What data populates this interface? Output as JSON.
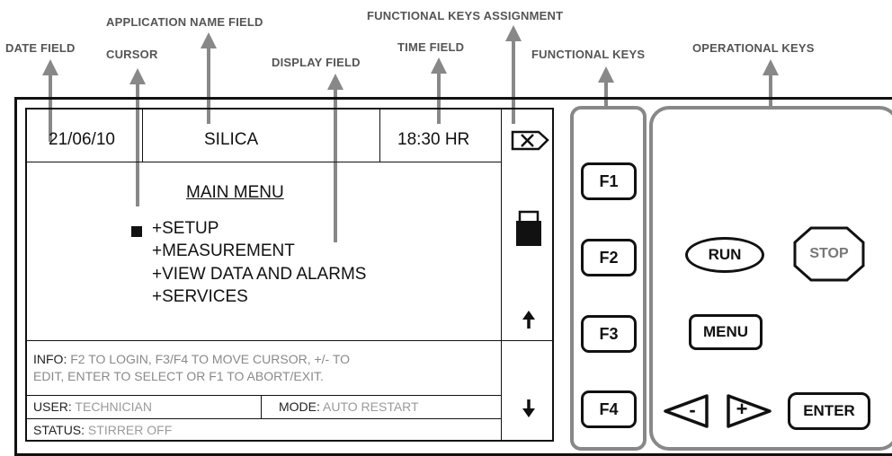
{
  "labels": {
    "application_name_field": "APPLICATION NAME FIELD",
    "functional_keys_assignment": "FUNCTIONAL KEYS ASSIGNMENT",
    "date_field": "DATE FIELD",
    "cursor": "CURSOR",
    "display_field": "DISPLAY FIELD",
    "time_field": "TIME FIELD",
    "functional_keys": "FUNCTIONAL KEYS",
    "operational_keys": "OPERATIONAL KEYS"
  },
  "screen": {
    "date": "21/06/10",
    "app_name": "SILICA",
    "time": "18:30 HR",
    "menu_title": "MAIN MENU",
    "menu_items": [
      "+SETUP",
      "+MEASUREMENT",
      "+VIEW DATA AND ALARMS",
      "+SERVICES"
    ],
    "info_label": "INFO:",
    "info_line1": " F2 TO LOGIN, F3/F4 TO MOVE CURSOR, +/- TO",
    "info_line2": "EDIT, ENTER TO SELECT OR F1 TO ABORT/EXIT.",
    "user_label": "USER:",
    "user_value": " TECHNICIAN",
    "mode_label": "MODE:",
    "mode_value": " AUTO RESTART",
    "status_label": "STATUS:",
    "status_value": " STIRRER OFF"
  },
  "icons": [
    "close-tab-icon",
    "lock-icon",
    "arrow-up-icon",
    "arrow-down-icon",
    "cursor-square-icon"
  ],
  "function_keys": [
    "F1",
    "F2",
    "F3",
    "F4"
  ],
  "operational_keys": {
    "run": "RUN",
    "stop": "STOP",
    "menu": "MENU",
    "minus": "-",
    "plus": "+",
    "enter": "ENTER"
  },
  "colors": {
    "label_gray": "#555555",
    "frame_gray": "#888888",
    "ink": "#111111"
  }
}
